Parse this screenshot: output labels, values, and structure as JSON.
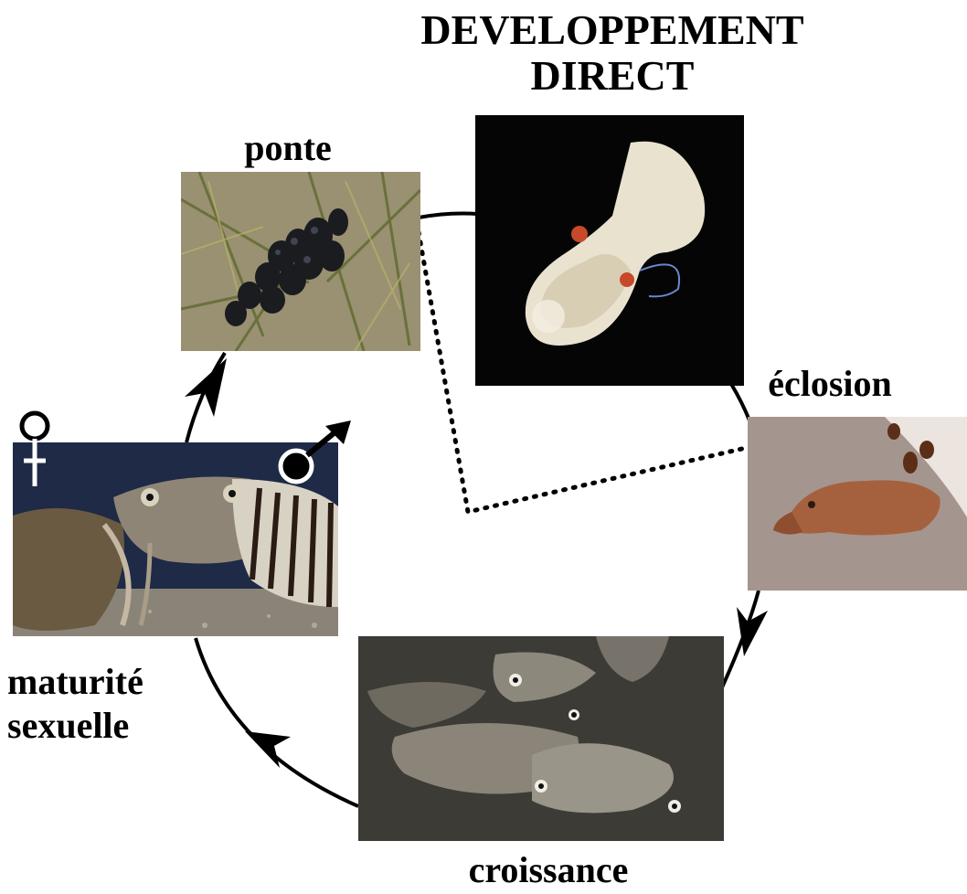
{
  "title_lines": {
    "line1": "DEVELOPPEMENT",
    "line2": "DIRECT"
  },
  "stages": {
    "ponte": "ponte",
    "eclosion": "éclosion",
    "croissance": "croissance",
    "maturite_line1": "maturité",
    "maturite_line2": "sexuelle"
  },
  "colors": {
    "line": "#000000",
    "background": "#ffffff"
  }
}
